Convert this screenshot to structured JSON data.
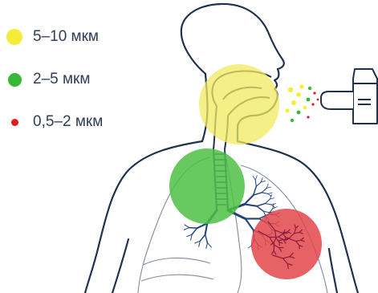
{
  "legend": [
    {
      "label": "5–10 мкм",
      "color": "#f5ec3a"
    },
    {
      "label": "2–5 мкм",
      "color": "#37b937"
    },
    {
      "label": "0,5–2 мкм",
      "color": "#e01b1b"
    }
  ],
  "zones": [
    {
      "name": "upper-airway",
      "color": "#f0ea5e",
      "opacity": 0.75
    },
    {
      "name": "bronchi",
      "color": "#4cbf44",
      "opacity": 0.85
    },
    {
      "name": "alveoli",
      "color": "#e2474a",
      "opacity": 0.85
    }
  ],
  "colors": {
    "outline": "#1f3150",
    "bronchial_tree": "#22437a",
    "small_airways": "#8a1e3c"
  },
  "icons": [
    "inhaler-icon",
    "body-outline-icon",
    "lungs-icon",
    "bronchial-tree-icon",
    "particle-spray-icon"
  ]
}
